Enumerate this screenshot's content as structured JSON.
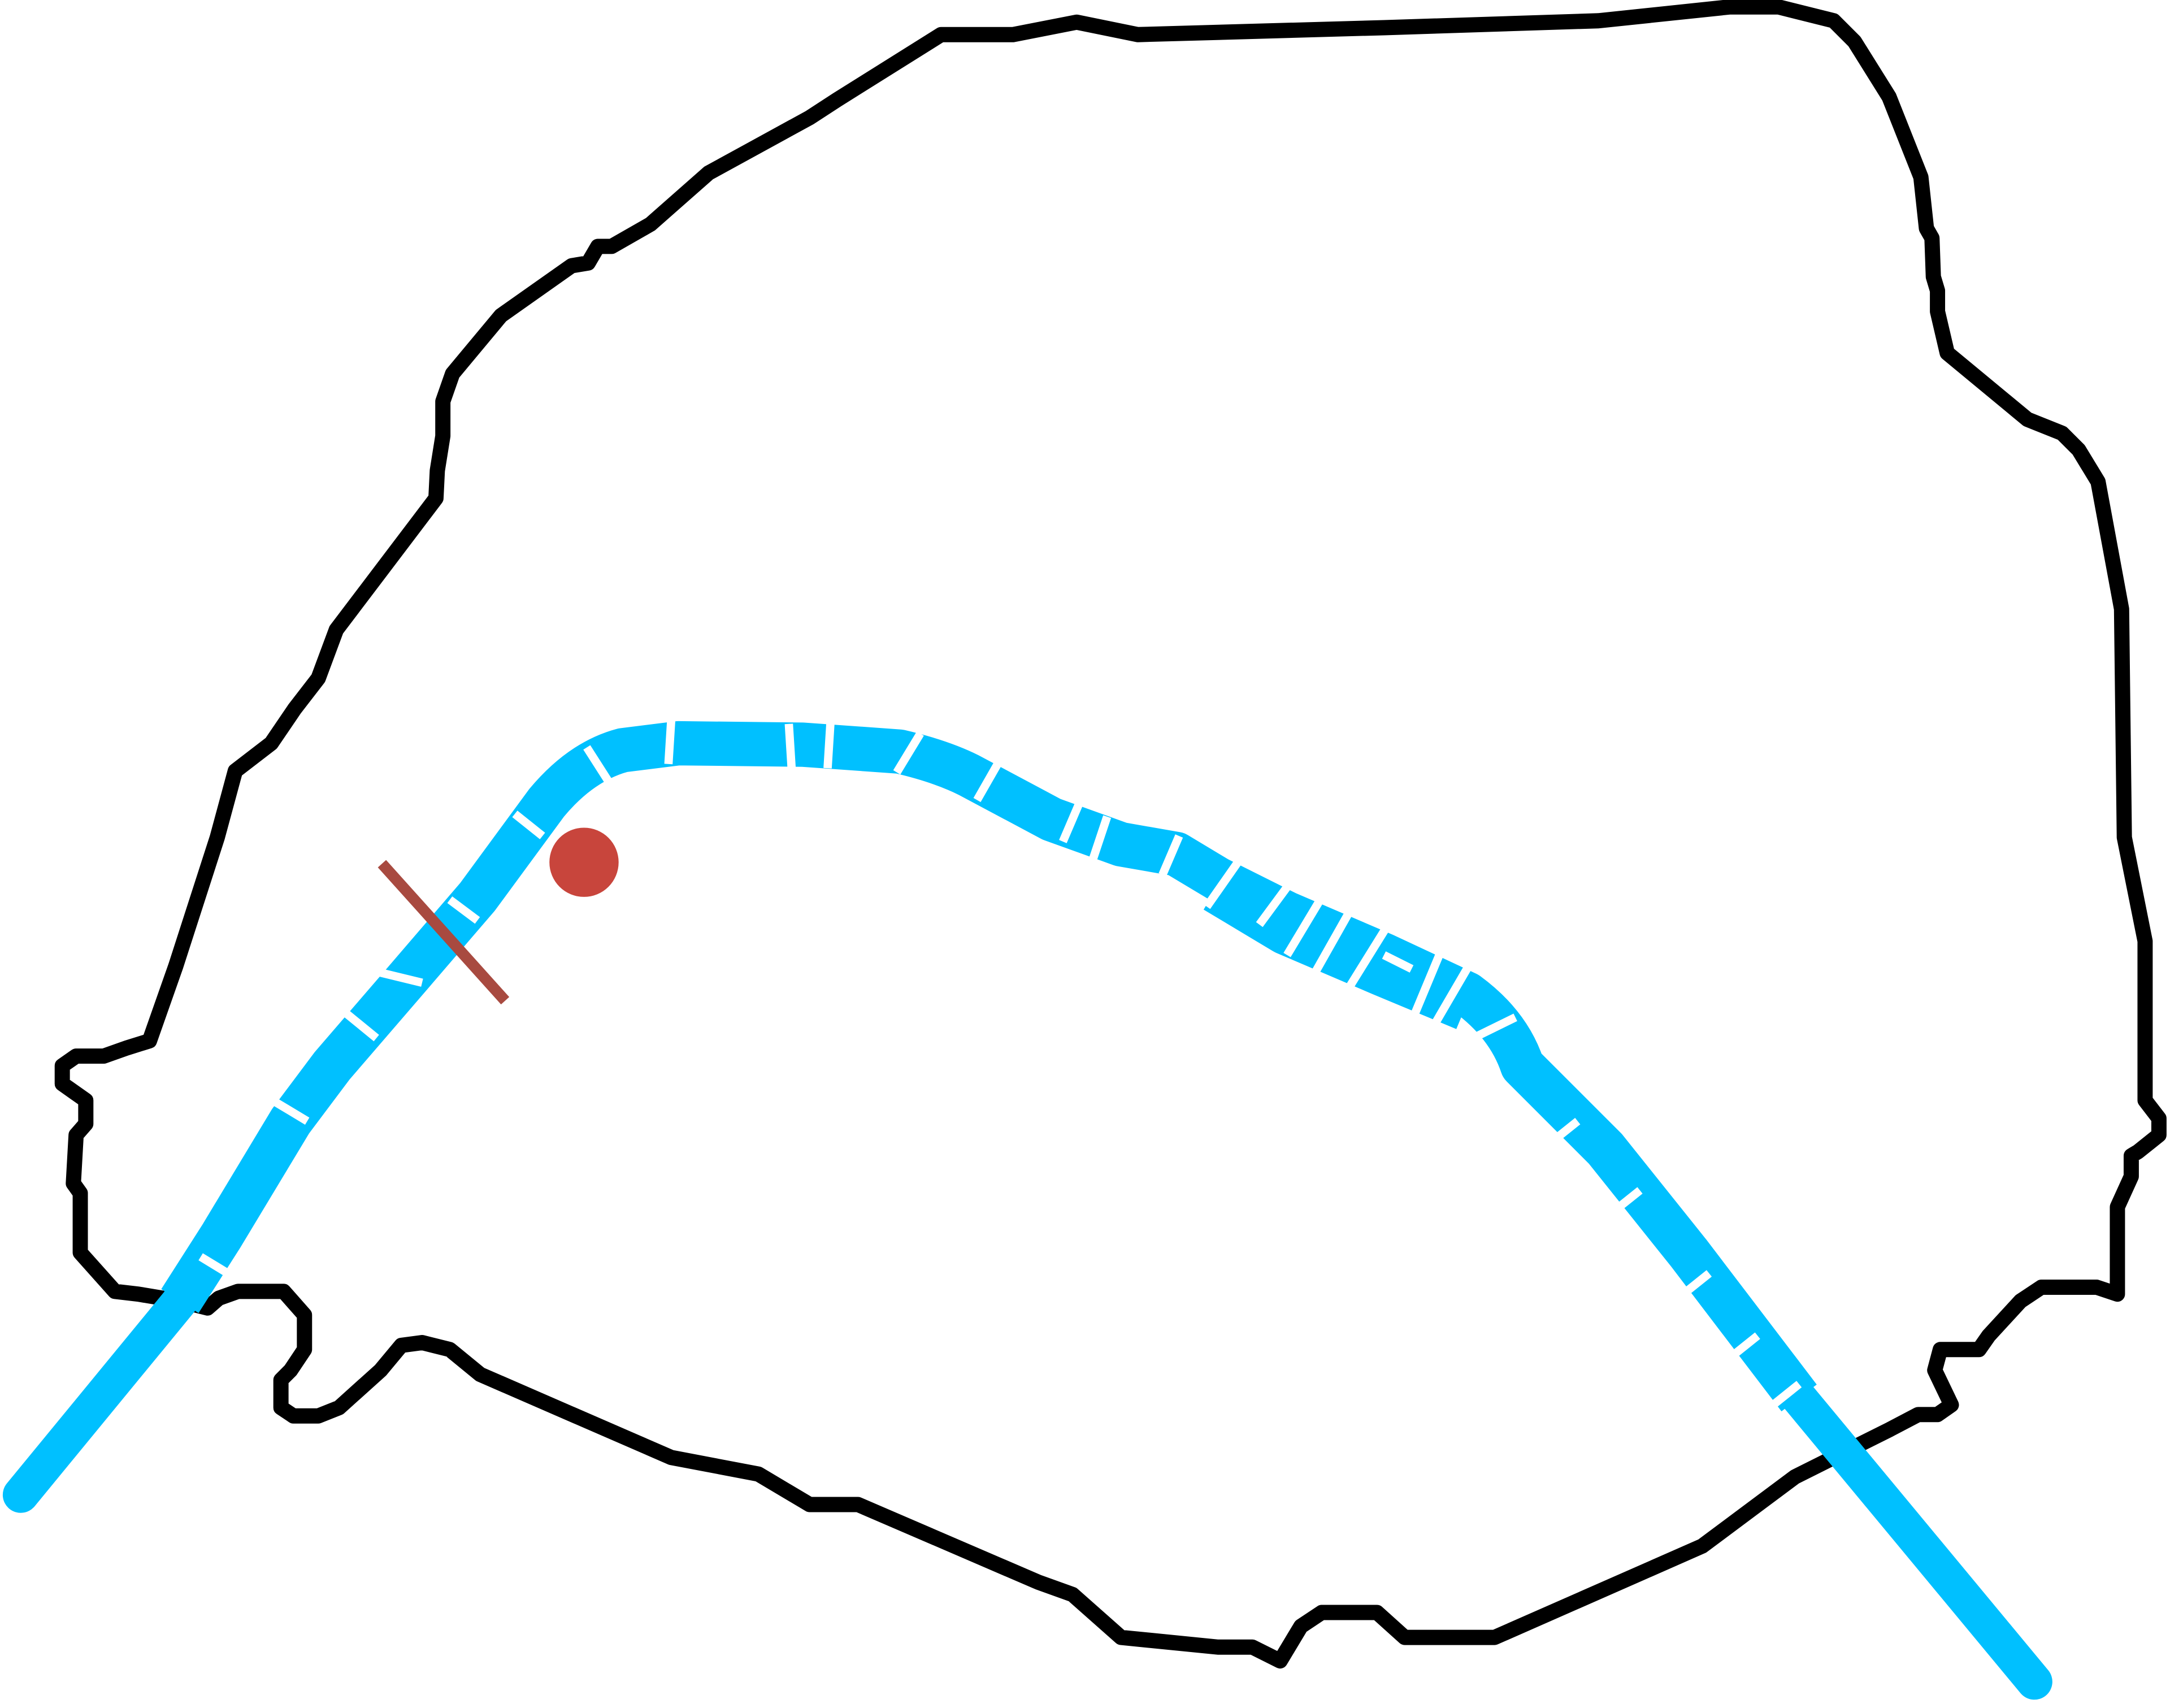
{
  "map": {
    "colors": {
      "background": "#ffffff",
      "city_boundary": "#000000",
      "river": "#00c0ff",
      "bridge_gap": "#ffffff",
      "marker_point": "#c8453c",
      "marker_line": "#a84a40"
    },
    "features": [
      {
        "kind": "city-boundary"
      },
      {
        "kind": "river"
      },
      {
        "kind": "point-marker"
      },
      {
        "kind": "line-marker"
      }
    ]
  }
}
